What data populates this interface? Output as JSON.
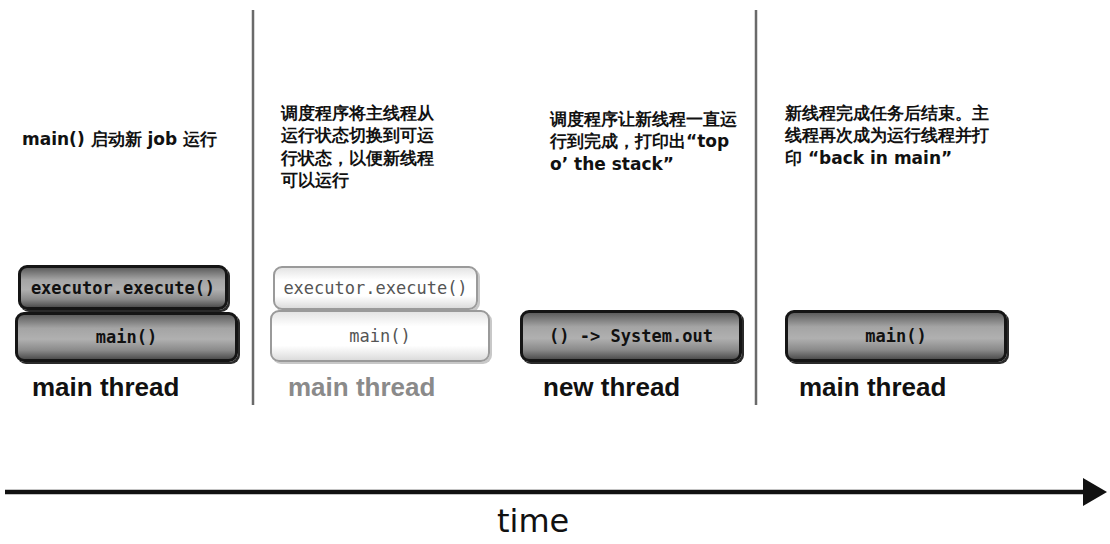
{
  "diagram": {
    "nodes": [
      {
        "text": [
          "executor.execute()"
        ]
      },
      {
        "text": [
          "main()"
        ]
      },
      {
        "text": [
          "executor.execute()"
        ]
      },
      {
        "text": [
          "main()"
        ]
      },
      {
        "text": [
          "() -> System.out"
        ]
      },
      {
        "text": [
          "main()"
        ]
      }
    ],
    "labels": [
      "main() 启动新 job 运行",
      "main thread",
      "调度程序将主线程从运行状态切换到可运行状态，以便新线程可以运行",
      "main thread",
      "调度程序让新线程一直运行到完成，打印出“top o’ the stack”",
      "new thread",
      "新线程完成任务后结束。主线程再次成为运行线程并打印 “back in main”",
      "main thread",
      "time"
    ]
  }
}
